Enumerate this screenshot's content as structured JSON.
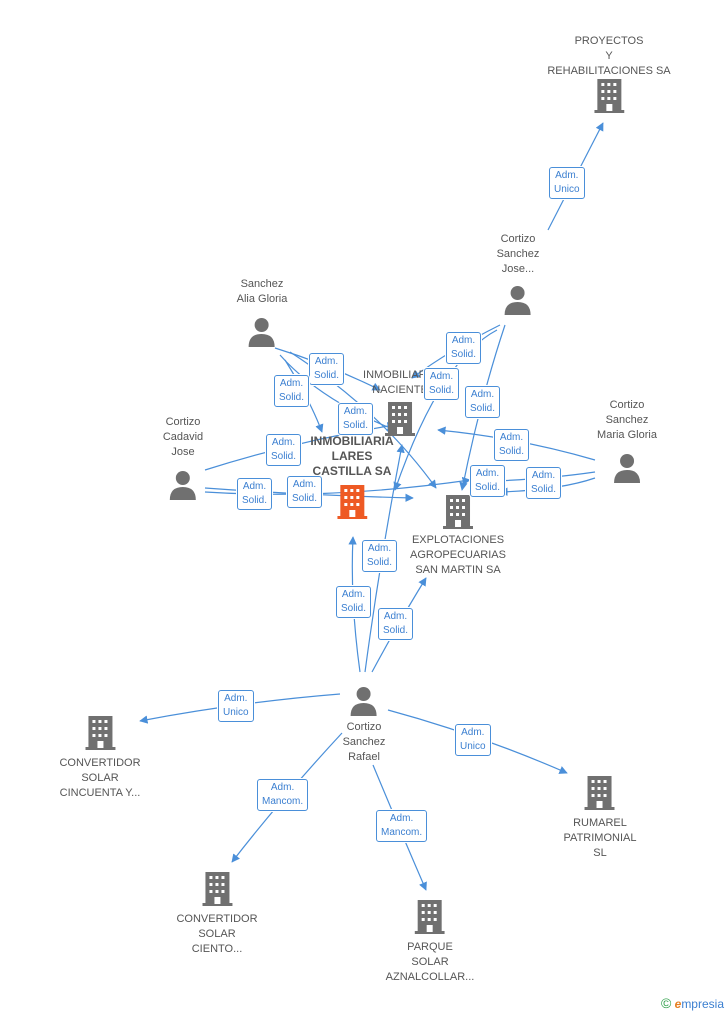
{
  "colors": {
    "edge": "#4a8fd9",
    "node_icon": "#707070",
    "main_icon": "#ee5a24",
    "label": "#555555",
    "badge_text": "#3b7fd0"
  },
  "nodes": {
    "proyectos": {
      "lines": [
        "PROYECTOS",
        "Y",
        "REHABILITACIONES SA"
      ],
      "icon": "building-icon"
    },
    "cortizo_jose": {
      "lines": [
        "Cortizo",
        "Sanchez",
        "Jose..."
      ],
      "icon": "person-icon"
    },
    "sanchez_alia": {
      "lines": [
        "Sanchez",
        "Alia Gloria"
      ],
      "icon": "person-icon"
    },
    "inmobiliaria_naciente": {
      "lines": [
        "INMOBILIARIA",
        "NACIENTE"
      ],
      "icon": "building-icon"
    },
    "cortizo_maria": {
      "lines": [
        "Cortizo",
        "Sanchez",
        "Maria Gloria"
      ],
      "icon": "person-icon"
    },
    "cortizo_cadavid": {
      "lines": [
        "Cortizo",
        "Cadavid",
        "Jose"
      ],
      "icon": "person-icon"
    },
    "lares": {
      "lines": [
        "INMOBILIARIA",
        "LARES",
        "CASTILLA SA"
      ],
      "icon": "building-icon"
    },
    "explotaciones": {
      "lines": [
        "EXPLOTACIONES",
        "AGROPECUARIAS",
        "SAN MARTIN SA"
      ],
      "icon": "building-icon"
    },
    "cortizo_rafael": {
      "lines": [
        "Cortizo",
        "Sanchez",
        "Rafael"
      ],
      "icon": "person-icon"
    },
    "convertidor_cincuenta": {
      "lines": [
        "CONVERTIDOR",
        "SOLAR",
        "CINCUENTA Y..."
      ],
      "icon": "building-icon"
    },
    "rumarel": {
      "lines": [
        "RUMAREL",
        "PATRIMONIAL",
        "SL"
      ],
      "icon": "building-icon"
    },
    "convertidor_ciento": {
      "lines": [
        "CONVERTIDOR",
        "SOLAR",
        "CIENTO..."
      ],
      "icon": "building-icon"
    },
    "parque_solar": {
      "lines": [
        "PARQUE",
        "SOLAR",
        "AZNALCOLLAR..."
      ],
      "icon": "building-icon"
    }
  },
  "relations": [
    {
      "id": "r1",
      "lines": [
        "Adm.",
        "Unico"
      ]
    },
    {
      "id": "r2",
      "lines": [
        "Adm.",
        "Solid."
      ]
    },
    {
      "id": "r3",
      "lines": [
        "Adm.",
        "Solid."
      ]
    },
    {
      "id": "r4",
      "lines": [
        "Adm.",
        "Solid."
      ]
    },
    {
      "id": "r5",
      "lines": [
        "Adm.",
        "Solid."
      ]
    },
    {
      "id": "r6",
      "lines": [
        "Adm.",
        "Solid."
      ]
    },
    {
      "id": "r7",
      "lines": [
        "Adm.",
        "Solid."
      ]
    },
    {
      "id": "r8",
      "lines": [
        "Adm.",
        "Solid."
      ]
    },
    {
      "id": "r9",
      "lines": [
        "Adm.",
        "Solid."
      ]
    },
    {
      "id": "r10",
      "lines": [
        "Adm.",
        "Solid."
      ]
    },
    {
      "id": "r11",
      "lines": [
        "Adm.",
        "Solid."
      ]
    },
    {
      "id": "r12",
      "lines": [
        "Adm.",
        "Solid."
      ]
    },
    {
      "id": "r13",
      "lines": [
        "Adm.",
        "Solid."
      ]
    },
    {
      "id": "r14",
      "lines": [
        "Adm.",
        "Solid."
      ]
    },
    {
      "id": "r15",
      "lines": [
        "Adm.",
        "Solid."
      ]
    },
    {
      "id": "r16",
      "lines": [
        "Adm.",
        "Solid."
      ]
    },
    {
      "id": "r17",
      "lines": [
        "Adm.",
        "Unico"
      ]
    },
    {
      "id": "r18",
      "lines": [
        "Adm.",
        "Unico"
      ]
    },
    {
      "id": "r19",
      "lines": [
        "Adm.",
        "Mancom."
      ]
    },
    {
      "id": "r20",
      "lines": [
        "Adm.",
        "Mancom."
      ]
    }
  ],
  "brand": {
    "copyright": "©",
    "initial": "e",
    "rest": "mpresia"
  }
}
